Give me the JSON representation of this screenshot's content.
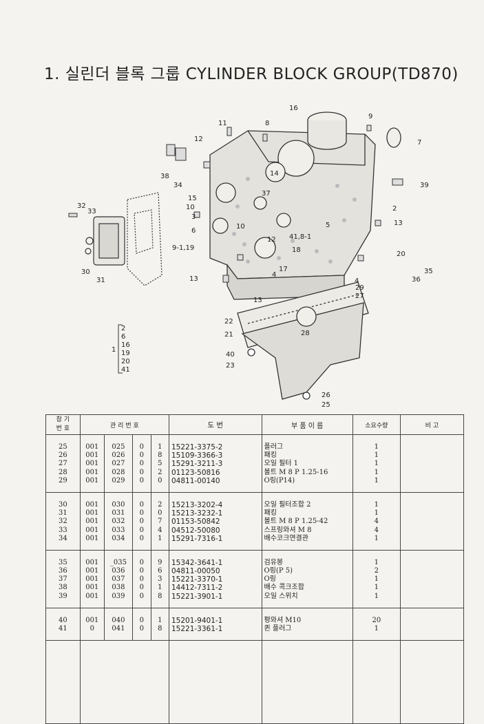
{
  "title": "1. 실린더 블록 그룹 CYLINDER BLOCK GROUP(TD870)",
  "diagram": {
    "callouts": [
      "16",
      "11",
      "8",
      "9",
      "7",
      "12",
      "14",
      "37",
      "38",
      "34",
      "39",
      "15",
      "10",
      "2",
      "3",
      "13",
      "6",
      "10",
      "32",
      "33",
      "5",
      "41,8-1",
      "12",
      "9-1,19",
      "18",
      "20",
      "30",
      "31",
      "17",
      "35",
      "13",
      "4",
      "36",
      "4",
      "29",
      "27",
      "13",
      "22",
      "28",
      "21",
      "40",
      "23",
      "26",
      "25"
    ],
    "bracket_label": "1",
    "bracket_items": [
      "2",
      "6",
      "16",
      "19",
      "20",
      "41"
    ]
  },
  "table": {
    "headers": {
      "no_line1": "참 기",
      "no_line2": "번 호",
      "mgmt": "관 리 번 호",
      "drawing": "도 번",
      "part_name": "부 품 이 름",
      "qty": "소요수량",
      "remarks": "비 고"
    },
    "groups": [
      {
        "no": [
          "25",
          "26",
          "27",
          "28",
          "29"
        ],
        "a": [
          "001",
          "001",
          "001",
          "001",
          "001"
        ],
        "b": [
          "025",
          "026",
          "027",
          "028",
          "029"
        ],
        "c": [
          "0",
          "0",
          "0",
          "0",
          "0"
        ],
        "d": [
          "1",
          "8",
          "5",
          "2",
          "0"
        ],
        "pn": [
          "15221-3375-2",
          "15109-3366-3",
          "15291-3211-3",
          "01123-50816",
          "04811-00140"
        ],
        "name": [
          "플러그",
          "패킹",
          "오일 필터 1",
          "볼트 M 8 P 1.25-16",
          "O링(P14)"
        ],
        "qty": [
          "1",
          "1",
          "1",
          "1",
          "1"
        ]
      },
      {
        "no": [
          "30",
          "31",
          "32",
          "33",
          "34"
        ],
        "a": [
          "001",
          "001",
          "001",
          "001",
          "001"
        ],
        "b": [
          "030",
          "031",
          "032",
          "033",
          "034"
        ],
        "c": [
          "0",
          "0",
          "0",
          "0",
          "0"
        ],
        "d": [
          "2",
          "0",
          "7",
          "4",
          "1"
        ],
        "pn": [
          "15213-3202-4",
          "15213-3232-1",
          "01153-50842",
          "04512-50080",
          "15291-7316-1"
        ],
        "name": [
          "오일 필터조합 2",
          "패킹",
          "볼트 M 8 P 1.25-42",
          "스프링와셔 M 8",
          "배수코크연결관"
        ],
        "qty": [
          "1",
          "1",
          "4",
          "4",
          "1"
        ]
      },
      {
        "no": [
          "35",
          "36",
          "37",
          "38",
          "39"
        ],
        "a": [
          "001",
          "001",
          "001",
          "001",
          "001"
        ],
        "b": [
          "_035",
          "036",
          "037",
          "038",
          "039"
        ],
        "c": [
          "0",
          "0",
          "0",
          "0",
          "0"
        ],
        "d": [
          "9",
          "6",
          "3",
          "1",
          "8"
        ],
        "pn": [
          "15342-3641-1",
          "04811-00050",
          "15221-3370-1",
          "14412-7311-2",
          "15221-3901-1"
        ],
        "name": [
          "검유봉",
          "O링(P 5)",
          "O링",
          "배수 콕크조합",
          "오일 스위치"
        ],
        "qty": [
          "1",
          "2",
          "1",
          "1",
          "1"
        ]
      },
      {
        "no": [
          "40",
          "41"
        ],
        "a": [
          "001",
          "0"
        ],
        "b": [
          "040",
          "041"
        ],
        "c": [
          "0",
          "0"
        ],
        "d": [
          "1",
          "8"
        ],
        "pn": [
          "15201-9401-1",
          "15221-3361-1"
        ],
        "name": [
          "평와셔 M10",
          "퀸 플러그"
        ],
        "qty": [
          "20",
          "1"
        ]
      }
    ]
  }
}
